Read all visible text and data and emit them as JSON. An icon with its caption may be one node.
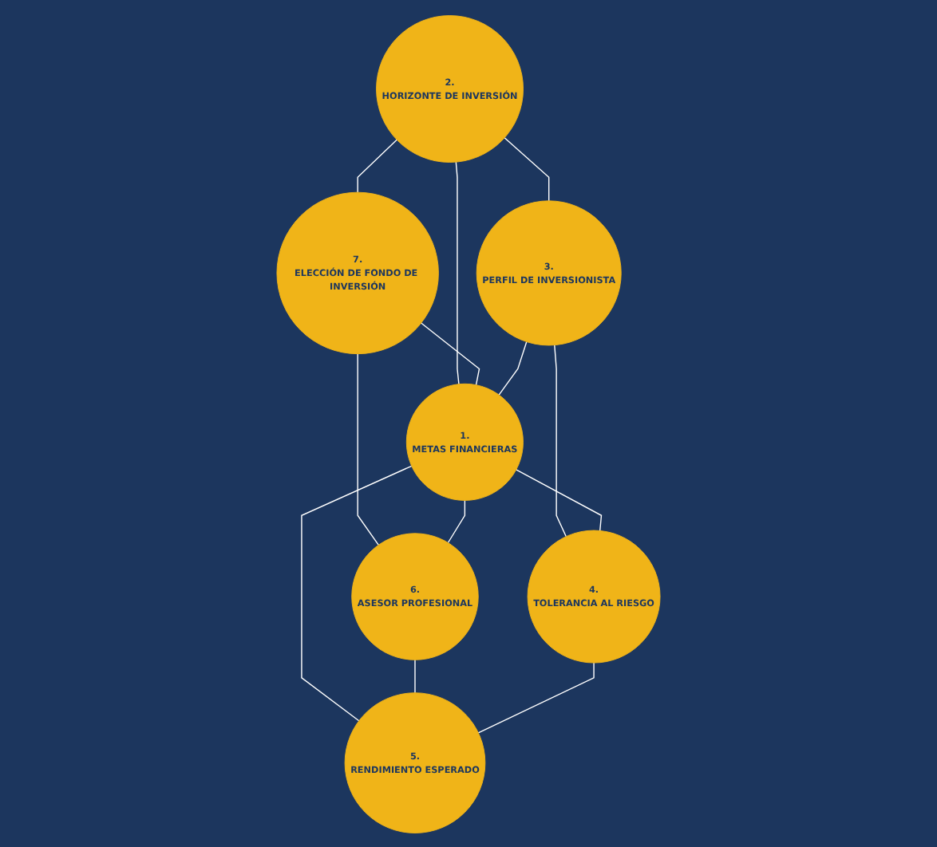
{
  "diagram": {
    "nodes": [
      {
        "text": [
          "1.",
          "METAS FINANCIERAS"
        ]
      },
      {
        "text": [
          "2.",
          "HORIZONTE DE INVERSIÓN"
        ]
      },
      {
        "text": [
          "3.",
          "PERFIL DE INVERSIONISTA"
        ]
      },
      {
        "text": [
          "4.",
          "TOLERANCIA AL RIESGO"
        ]
      },
      {
        "text": [
          "5.",
          "RENDIMIENTO ESPERADO"
        ]
      },
      {
        "text": [
          "6.",
          "ASESOR PROFESIONAL"
        ]
      },
      {
        "text": [
          "7.",
          "ELECCIÓN DE FONDO DE INVERSIÓN"
        ]
      }
    ],
    "edges": [
      {
        "from": 1,
        "to": 6,
        "arrow": "none"
      },
      {
        "from": 1,
        "to": 0,
        "arrow": "none"
      },
      {
        "from": 1,
        "to": 2,
        "arrow": "none"
      },
      {
        "from": 6,
        "to": 0,
        "arrow": "none"
      },
      {
        "from": 6,
        "to": 5,
        "arrow": "none"
      },
      {
        "from": 2,
        "to": 0,
        "arrow": "none"
      },
      {
        "from": 2,
        "to": 3,
        "arrow": "none"
      },
      {
        "from": 0,
        "to": 3,
        "arrow": "none"
      },
      {
        "from": 0,
        "to": 5,
        "arrow": "none"
      },
      {
        "from": 0,
        "to": 4,
        "arrow": "none"
      },
      {
        "from": 5,
        "to": 4,
        "arrow": "none"
      },
      {
        "from": 3,
        "to": 4,
        "arrow": "none"
      }
    ]
  }
}
